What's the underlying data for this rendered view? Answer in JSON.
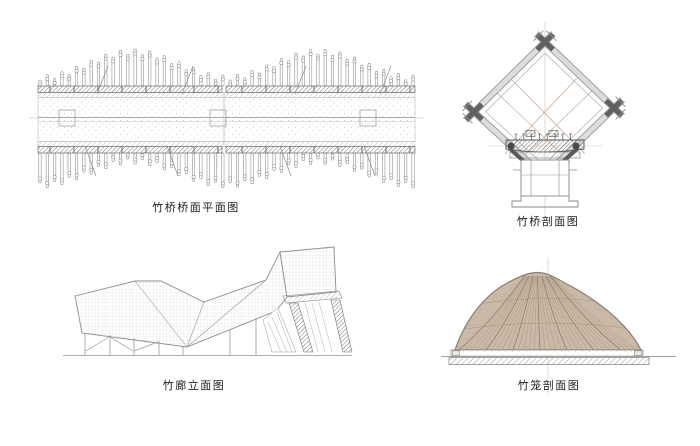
{
  "sheet": {
    "background": "#ffffff",
    "kind": "architectural drawing sheet"
  },
  "drawings": [
    {
      "id": "bridge-plan",
      "caption": "竹桥桥面平面图"
    },
    {
      "id": "bridge-section",
      "caption": "竹桥剖面图"
    },
    {
      "id": "corridor-elevation",
      "caption": "竹廊立面图"
    },
    {
      "id": "basket-section",
      "caption": "竹笼剖面图"
    }
  ],
  "colors": {
    "line": "#8a8a8a",
    "dark_line": "#5a5a5a",
    "tan_line": "#c2a088",
    "tan_light": "#d2bca6",
    "centerline_pink": "#c9a9a0",
    "dome_fill": "#cbb9a8",
    "dome_stripe": "#a8967f",
    "dome_stripe_dark": "#8f7c66",
    "dome_edge": "#877e71",
    "hatch_gray": "#777777",
    "ground": "#b3ada6"
  }
}
